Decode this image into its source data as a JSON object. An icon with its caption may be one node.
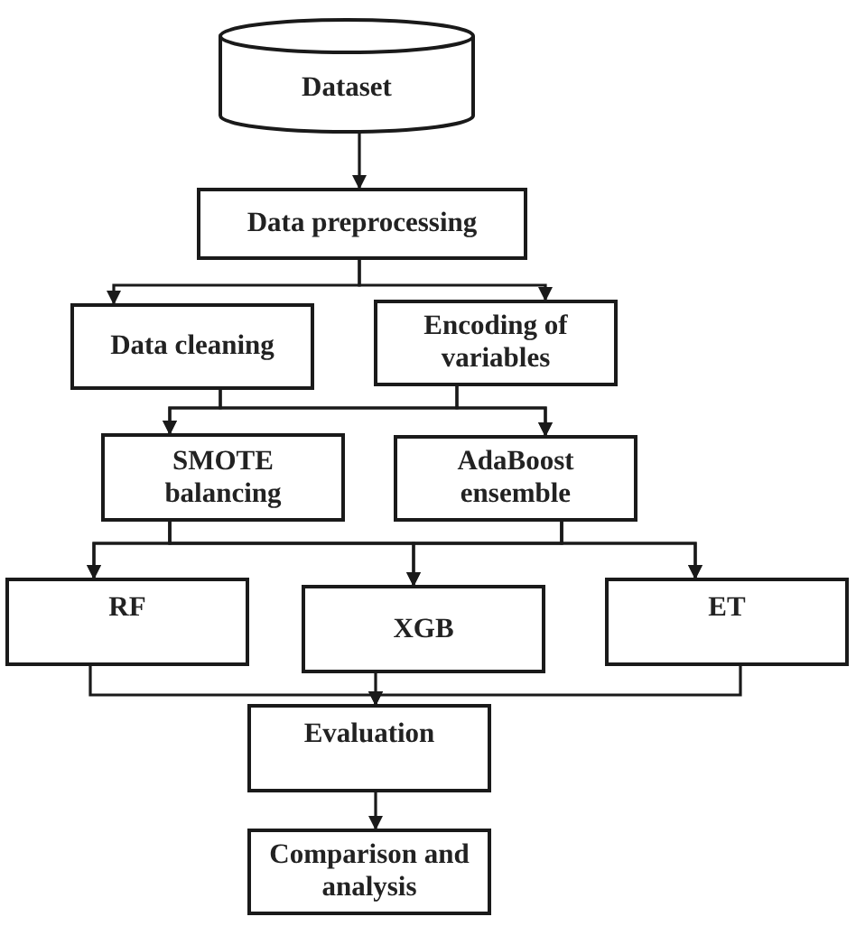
{
  "diagram": {
    "nodes": [
      {
        "text": [
          "Dataset"
        ]
      },
      {
        "text": [
          "Data preprocessing"
        ]
      },
      {
        "text": [
          "Data cleaning"
        ]
      },
      {
        "text": [
          "Encoding of variables"
        ]
      },
      {
        "text": [
          "SMOTE balancing"
        ]
      },
      {
        "text": [
          "AdaBoost ensemble"
        ]
      },
      {
        "text": [
          "RF"
        ]
      },
      {
        "text": [
          "XGB"
        ]
      },
      {
        "text": [
          "ET"
        ]
      },
      {
        "text": [
          "Evaluation"
        ]
      },
      {
        "text": [
          "Comparison and analysis"
        ]
      }
    ],
    "edges": [
      {
        "from": 0,
        "to": 1,
        "arrow": "to"
      },
      {
        "from": 1,
        "to": 2,
        "arrow": "to"
      },
      {
        "from": 1,
        "to": 3,
        "arrow": "to"
      },
      {
        "from": 2,
        "to": 4,
        "arrow": "to"
      },
      {
        "from": 2,
        "to": 5,
        "arrow": "to"
      },
      {
        "from": 3,
        "to": 4,
        "arrow": "to"
      },
      {
        "from": 3,
        "to": 5,
        "arrow": "to"
      },
      {
        "from": 4,
        "to": 6,
        "arrow": "to"
      },
      {
        "from": 4,
        "to": 7,
        "arrow": "to"
      },
      {
        "from": 4,
        "to": 8,
        "arrow": "to"
      },
      {
        "from": 5,
        "to": 6,
        "arrow": "to"
      },
      {
        "from": 5,
        "to": 7,
        "arrow": "to"
      },
      {
        "from": 5,
        "to": 8,
        "arrow": "to"
      },
      {
        "from": 6,
        "to": 9,
        "arrow": "to"
      },
      {
        "from": 7,
        "to": 9,
        "arrow": "to"
      },
      {
        "from": 8,
        "to": 9,
        "arrow": "to"
      },
      {
        "from": 9,
        "to": 10,
        "arrow": "to"
      }
    ]
  }
}
